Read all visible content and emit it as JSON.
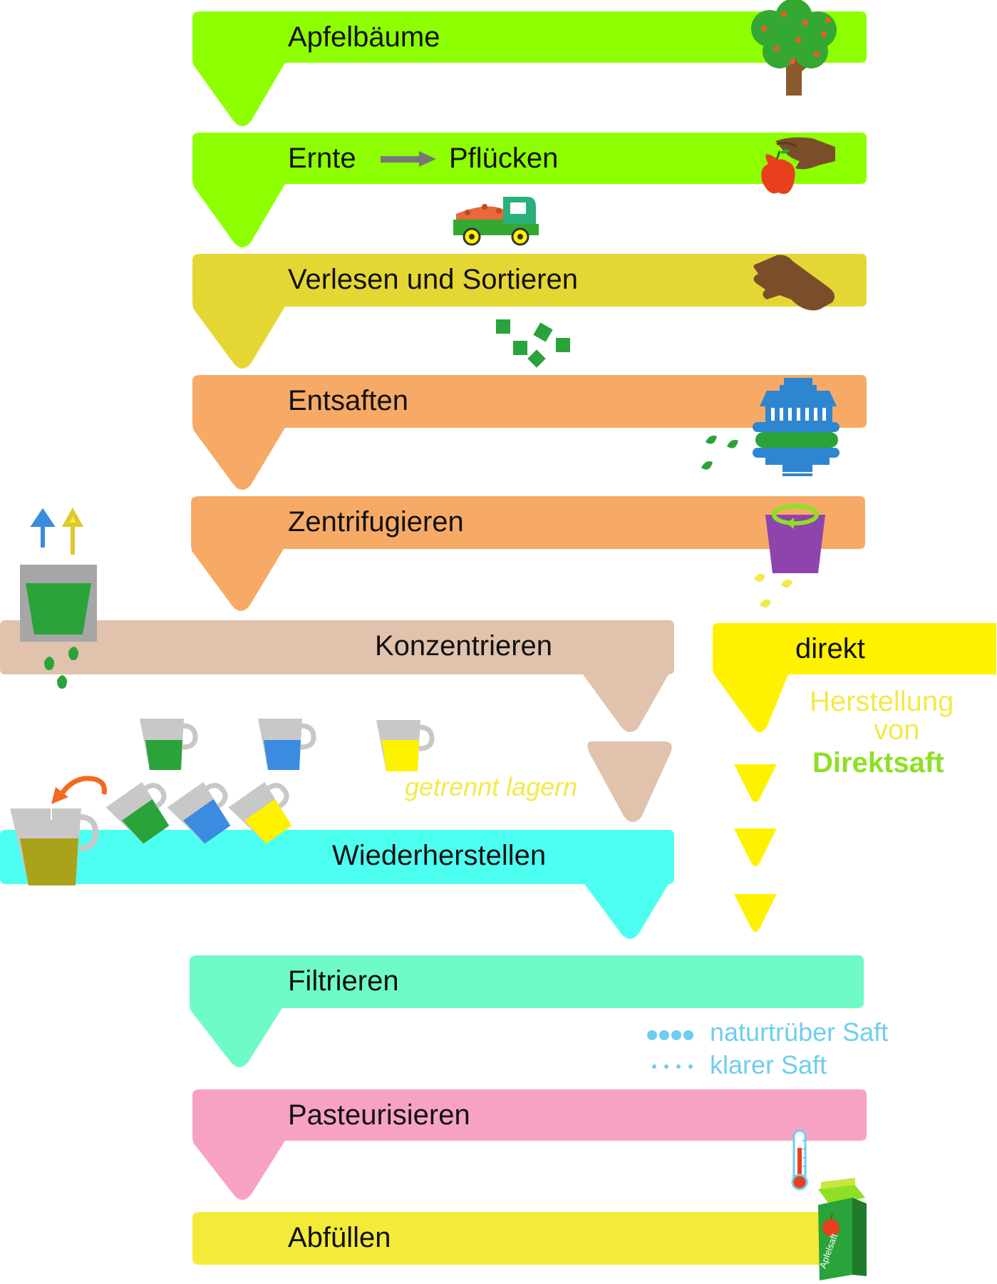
{
  "colors": {
    "lime": "#8eff00",
    "olive_yellow": "#e5d733",
    "orange": "#f6aa66",
    "tan": "#e0c2ad",
    "yellow": "#fff200",
    "cyan": "#4dfff0",
    "mint": "#6ffbc6",
    "pink": "#f7a2c4",
    "abfuellen_yellow": "#f4ea3a",
    "note_yellow": "#f4e94a",
    "direktsaft_green": "#8ee024",
    "note_blue": "#6fcdf0"
  },
  "steps": {
    "apfelbaeume": "Apfelbäume",
    "ernte": "Ernte",
    "pfluecken": "Pflücken",
    "verlesen": "Verlesen und Sortieren",
    "entsaften": "Entsaften",
    "zentrifugieren": "Zentrifugieren",
    "konzentrieren": "Konzentrieren",
    "direkt": "direkt",
    "wiederherstellen": "Wiederherstellen",
    "filtrieren": "Filtrieren",
    "pasteurisieren": "Pasteurisieren",
    "abfuellen": "Abfüllen"
  },
  "notes": {
    "herstellung_line1": "Herstellung",
    "herstellung_line2": "von",
    "direktsaft": "Direktsaft",
    "getrennt_lagern": "getrennt lagern",
    "naturtrueber_saft": "naturtrüber Saft",
    "klarer_saft": "klarer Saft",
    "carton_label": "Apfelsaft"
  },
  "icons": [
    "apple-tree-icon",
    "hand-apple-icon",
    "truck-icon",
    "sorting-hand-icon",
    "juice-press-icon",
    "centrifuge-bucket-icon",
    "concentrator-icon",
    "measuring-jug-icon",
    "thermometer-icon",
    "juice-carton-icon"
  ]
}
